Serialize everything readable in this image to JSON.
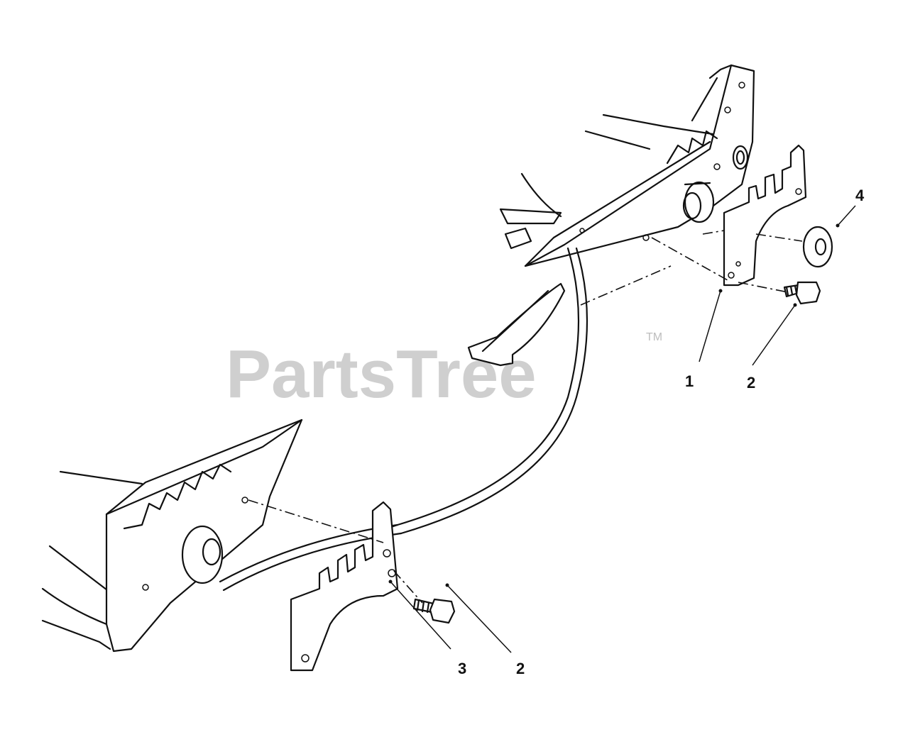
{
  "watermark": {
    "brand": "PartsTree",
    "trademark": "TM"
  },
  "callouts": [
    {
      "id": "c1",
      "number": "1"
    },
    {
      "id": "c2a",
      "number": "2"
    },
    {
      "id": "c3",
      "number": "3"
    },
    {
      "id": "c2b",
      "number": "2"
    },
    {
      "id": "c4",
      "number": "4"
    }
  ],
  "colors": {
    "line": "#111111",
    "watermark": "#cfcfcf",
    "background": "#ffffff"
  }
}
